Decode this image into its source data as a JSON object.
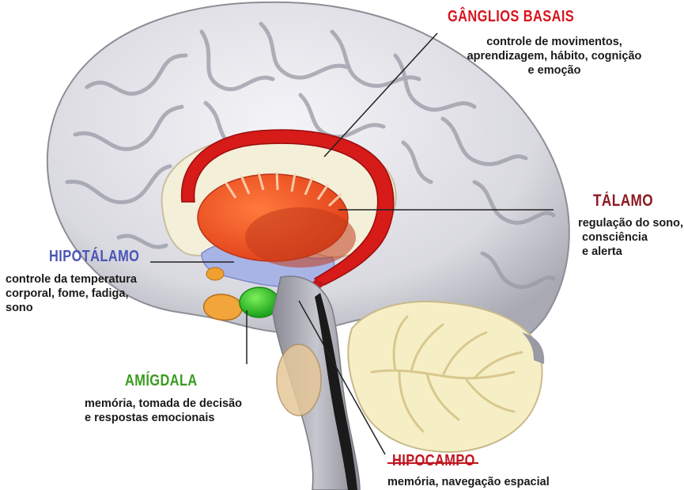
{
  "colors": {
    "ganglios": "#d7151e",
    "talamo": "#8b1a22",
    "hipotalamo": "#4a55b5",
    "amigdala": "#3a9c1f",
    "hipocampo": "#c0161f",
    "text": "#1a1a1a"
  },
  "labels": {
    "ganglios": {
      "title": "GÂNGLIOS BASAIS",
      "lines": [
        "controle de movimentos,",
        "aprendizagem, hábito, cognição",
        "e emoção"
      ]
    },
    "talamo": {
      "title": "TÁLAMO",
      "lines": [
        "regulação do sono,",
        "consciência",
        "e alerta"
      ]
    },
    "hipotalamo": {
      "title": "HIPOTÁLAMO",
      "lines": [
        "controle da temperatura",
        "corporal, fome, fadiga,",
        "sono"
      ]
    },
    "amigdala": {
      "title": "AMÍGDALA",
      "lines": [
        "memória, tomada de decisão",
        "e respostas emocionais"
      ]
    },
    "hipocampo": {
      "title": "HIPOCAMPO",
      "lines": [
        "memória, navegação espacial"
      ]
    }
  }
}
